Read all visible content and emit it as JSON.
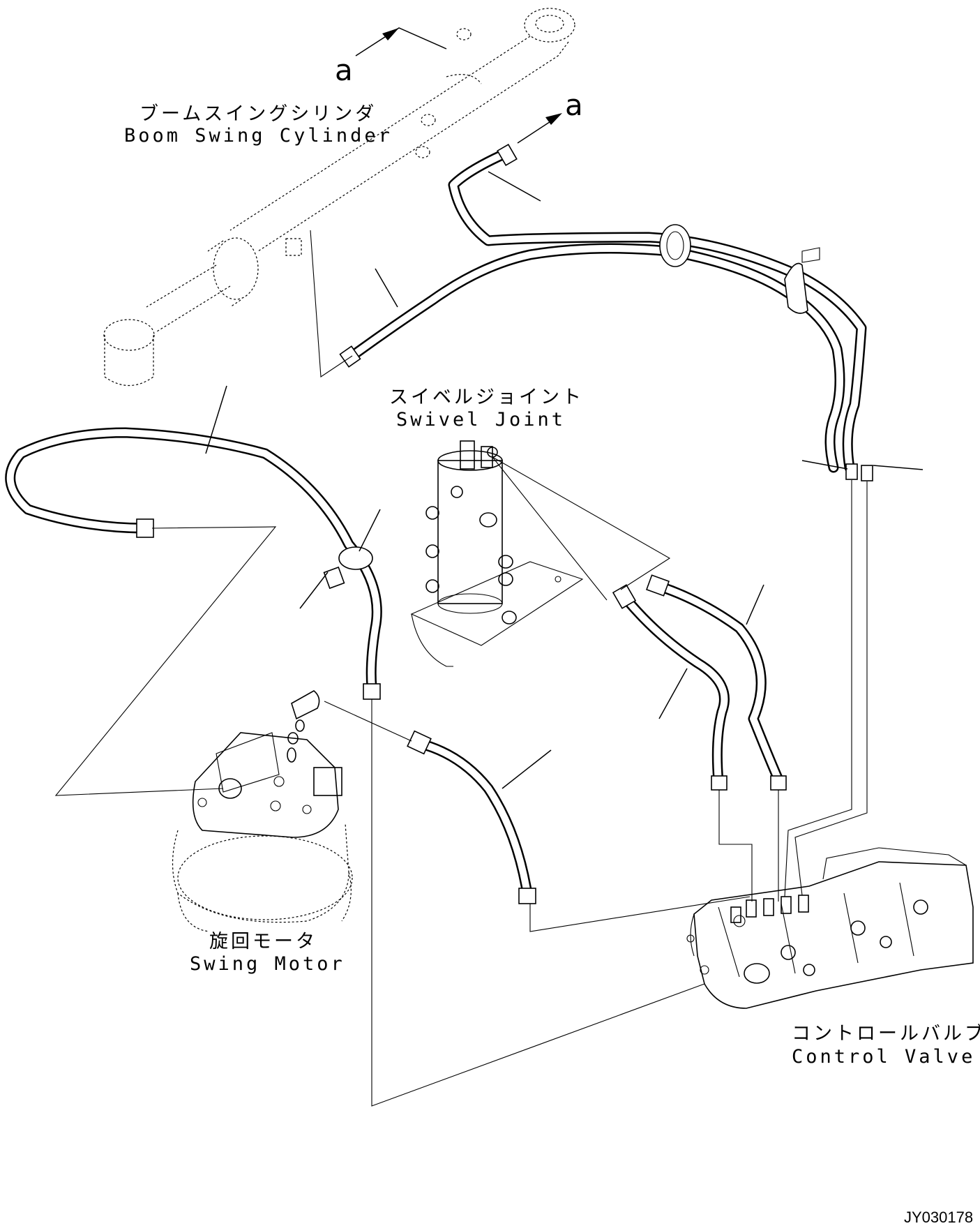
{
  "parts": {
    "boom_swing_cylinder": {
      "label_ja": "ブームスイングシリンダ",
      "label_en": "Boom Swing Cylinder"
    },
    "swivel_joint": {
      "label_ja": "スイベルジョイント",
      "label_en": "Swivel Joint"
    },
    "swing_motor": {
      "label_ja": "旋回モータ",
      "label_en": "Swing Motor"
    },
    "control_valve": {
      "label_ja": "コントロールバルブ",
      "label_en": "Control Valve"
    }
  },
  "view_marker": {
    "from_label": "a",
    "to_label": "a"
  },
  "drawing_code": "JY030178"
}
